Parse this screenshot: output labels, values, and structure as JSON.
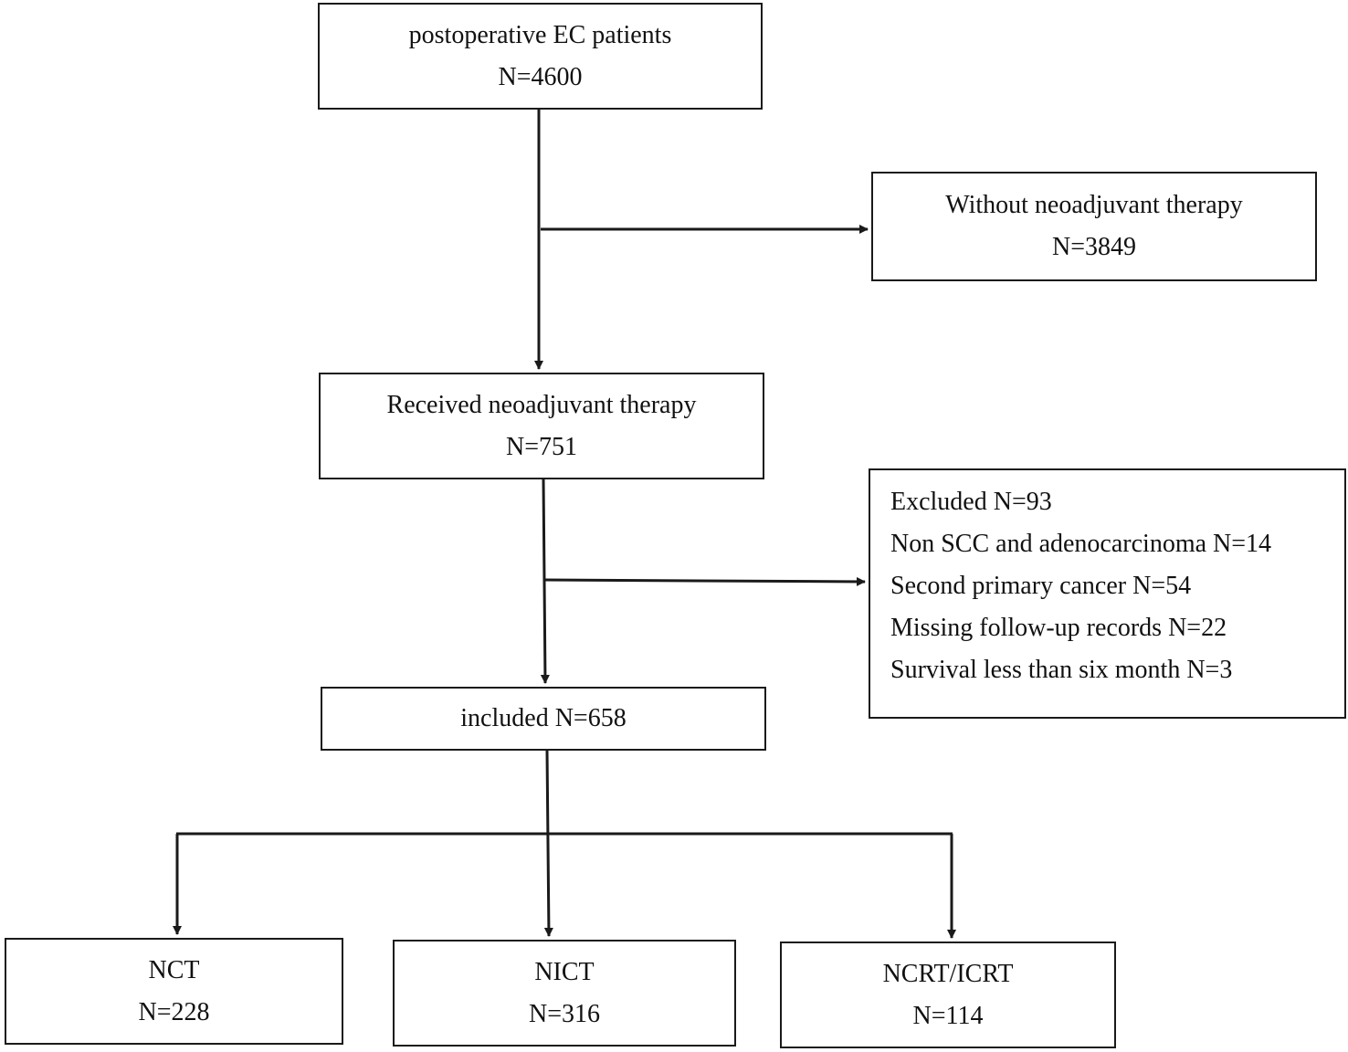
{
  "flowchart": {
    "start": {
      "label": "postoperative EC patients",
      "count": "N=4600"
    },
    "without_neoadjuvant": {
      "label": "Without neoadjuvant therapy",
      "count": "N=3849"
    },
    "received_neoadjuvant": {
      "label": "Received neoadjuvant therapy",
      "count": "N=751"
    },
    "excluded": {
      "lines": [
        "Excluded N=93",
        "Non SCC and adenocarcinoma N=14",
        "Second primary cancer N=54",
        "Missing follow-up records N=22",
        "Survival less than six month N=3"
      ]
    },
    "included": {
      "label": "included N=658"
    },
    "groups": [
      {
        "label": "NCT",
        "count": "N=228"
      },
      {
        "label": "NICT",
        "count": "N=316"
      },
      {
        "label": "NCRT/ICRT",
        "count": "N=114"
      }
    ]
  },
  "colors": {
    "line": "#1a1a1a",
    "background": "#ffffff"
  }
}
